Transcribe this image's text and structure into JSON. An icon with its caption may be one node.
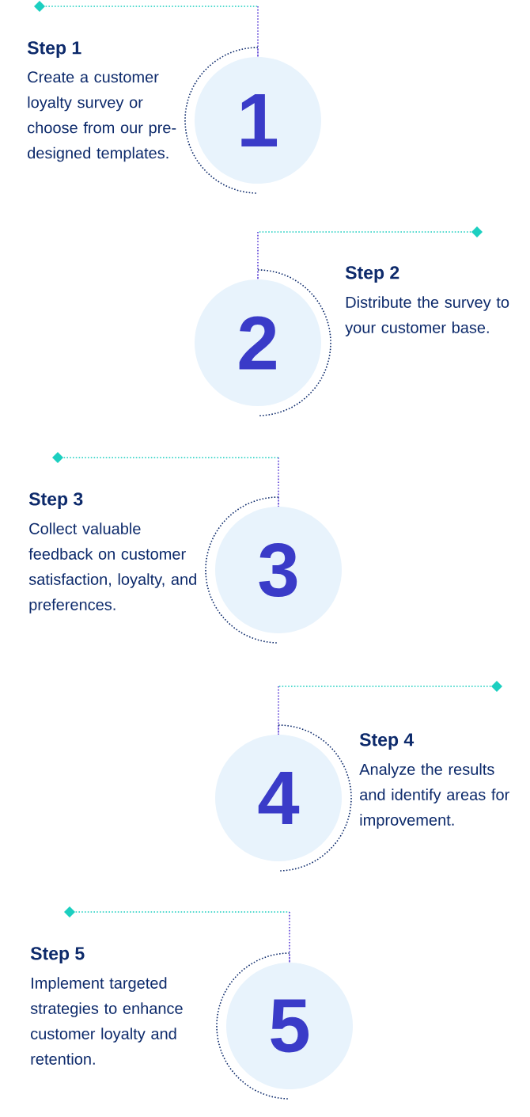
{
  "diagram": {
    "nodes": [
      {
        "text": [
          "1"
        ],
        "beside": [
          "Step 1",
          "Create a customer loyalty survey or choose from our pre-designed templates."
        ]
      },
      {
        "text": [
          "2"
        ],
        "beside": [
          "Step 2",
          "Distribute the survey to your customer base."
        ]
      },
      {
        "text": [
          "3"
        ],
        "beside": [
          "Step 3",
          "Collect valuable feedback on customer satisfaction, loyalty, and preferences."
        ]
      },
      {
        "text": [
          "4"
        ],
        "beside": [
          "Step 4",
          "Analyze the results and identify areas for improvement."
        ]
      },
      {
        "text": [
          "5"
        ],
        "beside": [
          "Step 5",
          "Implement targeted strategies to enhance customer loyalty and retention."
        ]
      }
    ]
  }
}
